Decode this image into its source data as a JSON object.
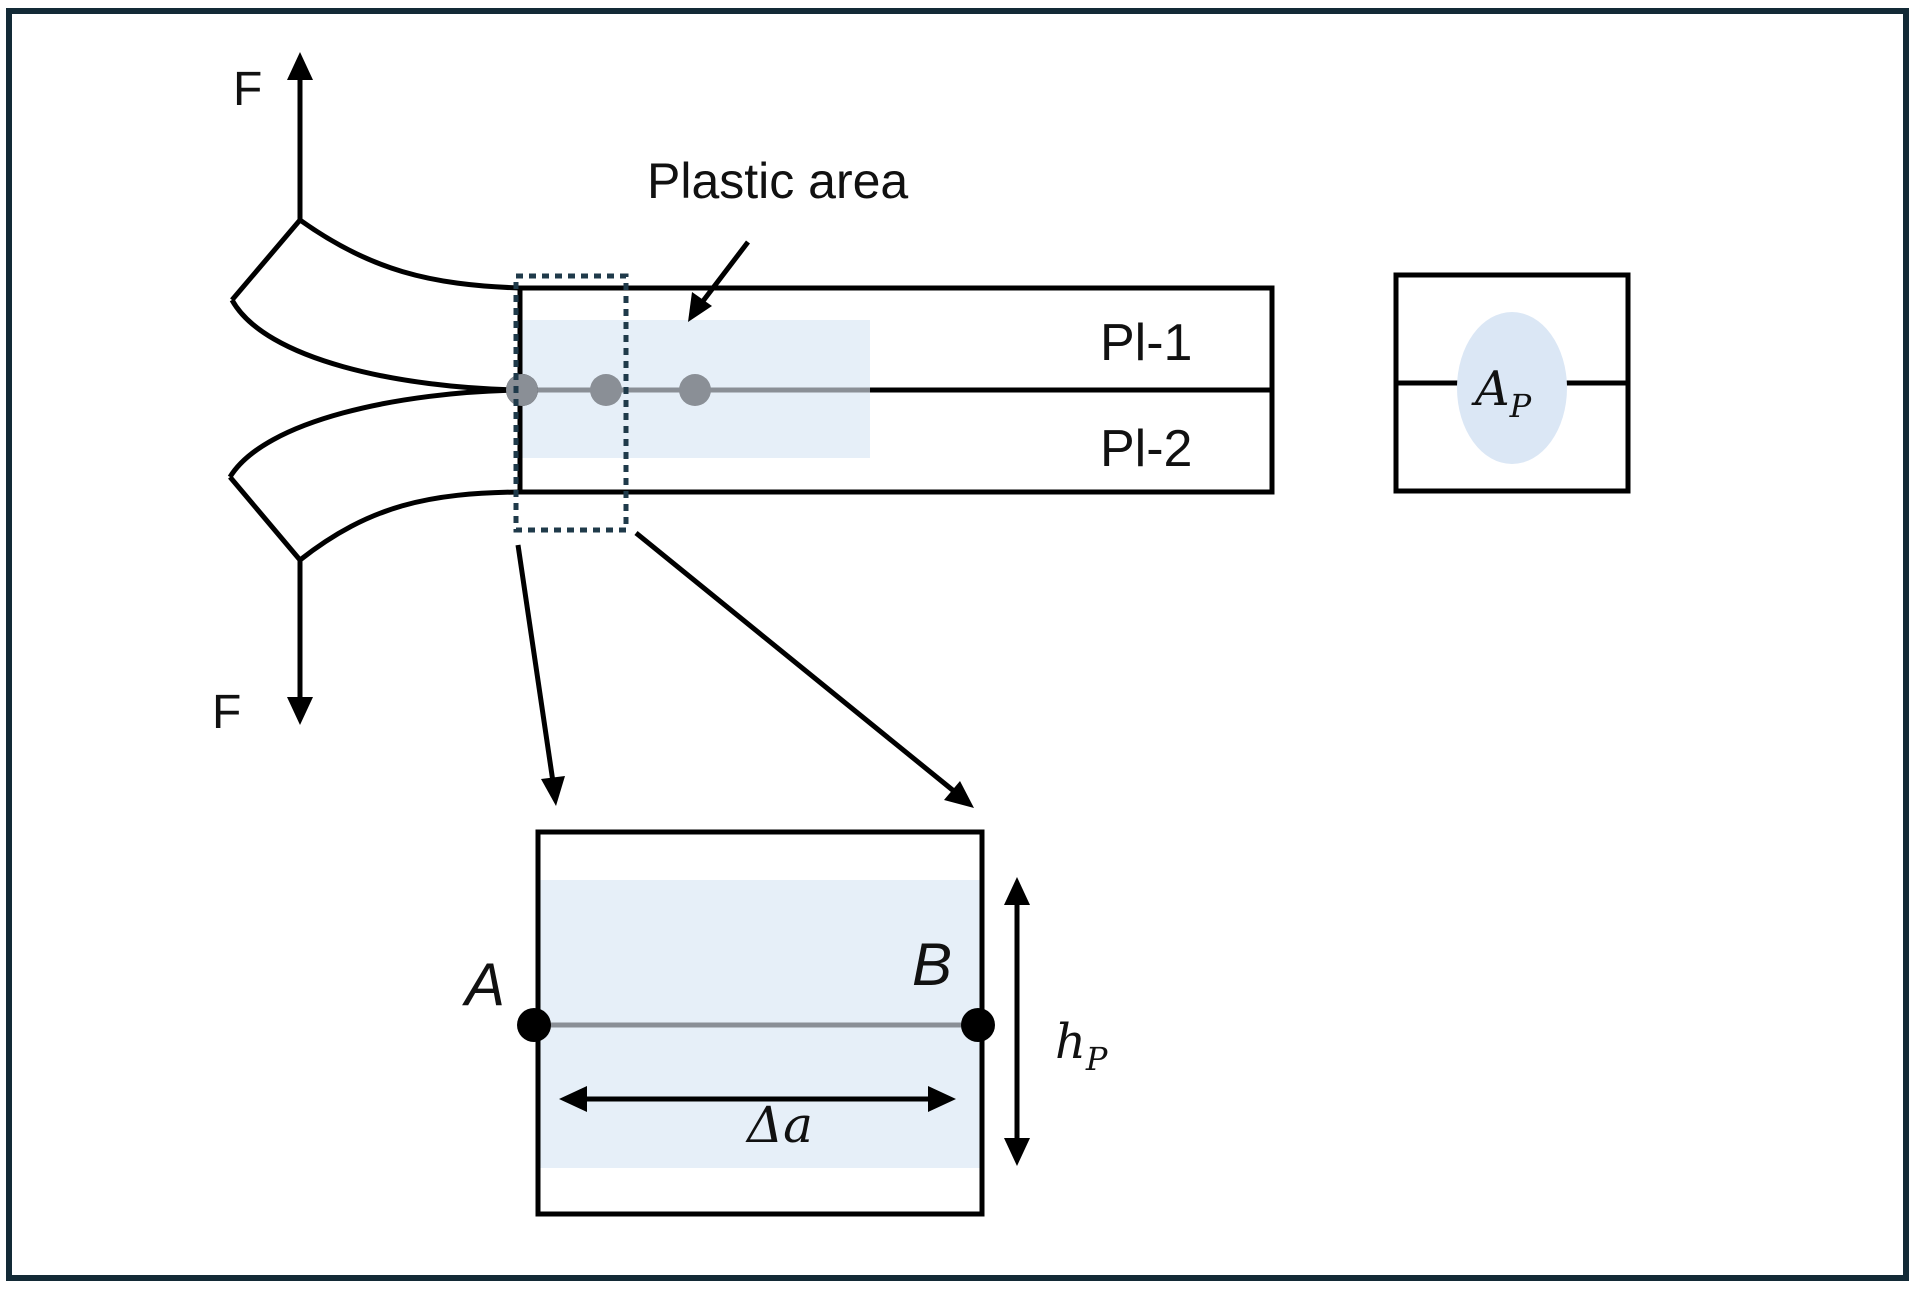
{
  "labels": {
    "force_top": "F",
    "force_bottom": "F",
    "plastic_area": "Plastic area",
    "plate_1": "Pl-1",
    "plate_2": "Pl-2",
    "area_symbol": "A",
    "area_subscript": "P",
    "point_a": "A",
    "point_b": "B",
    "height_symbol": "h",
    "height_subscript": "P",
    "crack_increment": "Δa"
  },
  "colors": {
    "frame_border": "#132a36",
    "line": "#000000",
    "plastic_fill": "#e6eff8",
    "ellipse_fill": "#dbe7f5",
    "crack_line": "#8a8f96",
    "crack_points": "#8a8f96",
    "dotted_box": "#1f3a4a"
  }
}
